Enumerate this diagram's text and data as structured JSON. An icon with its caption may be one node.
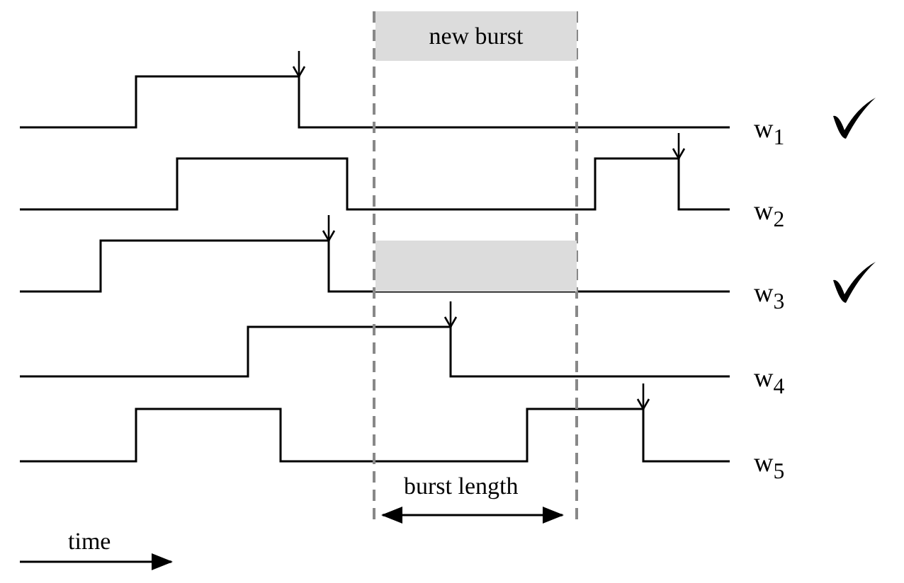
{
  "diagram": {
    "nodes": [
      {
        "text": [
          "new burst"
        ]
      },
      {
        "text": [],
        "shape": "box"
      }
    ],
    "labels": [
      "w$_{1}$",
      "w$_{2}$",
      "w$_{3}$",
      "w$_{4}$",
      "w$_{5}$",
      "burst length",
      "time"
    ]
  }
}
